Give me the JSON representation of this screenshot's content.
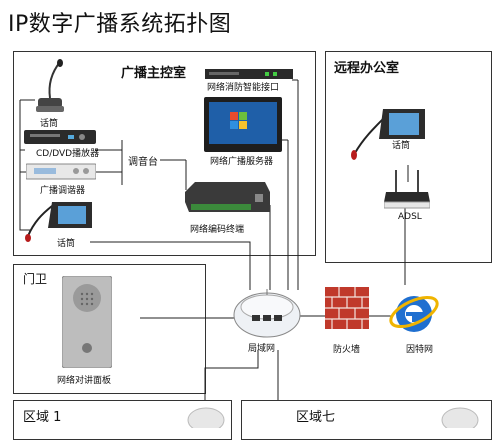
{
  "title": "IP数字广播系统拓扑图",
  "zones": {
    "main_control": {
      "label": "广播主控室"
    },
    "remote_office": {
      "label": "远程办公室"
    },
    "guard": {
      "label": "门卫"
    },
    "area1": {
      "label": "区域 1"
    },
    "area7": {
      "label": "区域七"
    }
  },
  "devices": {
    "mic_main": "话筒",
    "cd_dvd": "CD/DVD播放器",
    "broadcast_tuner": "广播调谐器",
    "mixer": "调音台",
    "mic_touch": "话筒",
    "fire_interface": "网络消防智能接口",
    "server": "网络广播服务器",
    "encoder": "网络编码终端",
    "remote_mic": "话筒",
    "adsl": "ADSL",
    "intercom": "网络对讲面板",
    "lan": "局域网",
    "firewall": "防火墙",
    "internet": "因特网"
  },
  "colors": {
    "wire": "#222222",
    "border": "#333333",
    "brick": "#c0392b",
    "ie_blue": "#1f6fd0",
    "ie_ring": "#f0b400"
  }
}
